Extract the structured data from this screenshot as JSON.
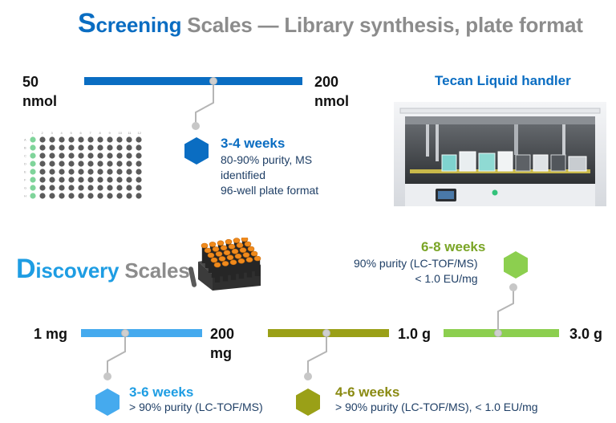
{
  "screening": {
    "title_initial": "S",
    "title_word": "creening",
    "title_rest": "Scales — Library synthesis, plate format",
    "range_min": "50",
    "range_min_unit": "nmol",
    "range_max": "200",
    "range_max_unit": "nmol",
    "timeline": "3-4 weeks",
    "details": [
      "80-90% purity, MS",
      "identified",
      "96-well plate format"
    ],
    "equipment_label": "Tecan Liquid handler",
    "plate_columns": [
      "1",
      "2",
      "3",
      "4",
      "5",
      "6",
      "7",
      "8",
      "9",
      "10",
      "11",
      "12"
    ],
    "plate_rows": [
      "A",
      "B",
      "C",
      "D",
      "E",
      "F",
      "G",
      "H"
    ]
  },
  "discovery": {
    "title_initial": "D",
    "title_word": "iscovery",
    "title_rest": "Scales",
    "scale1": {
      "min": "1 mg",
      "max": "200",
      "max_unit": "mg",
      "timeline": "3-6 weeks",
      "details": [
        "> 90% purity (LC-TOF/MS)"
      ]
    },
    "scale2": {
      "max": "1.0 g",
      "timeline": "4-6 weeks",
      "details": [
        "> 90% purity (LC-TOF/MS), < 1.0 EU/mg"
      ]
    },
    "scale3": {
      "max": "3.0 g",
      "timeline": "6-8 weeks",
      "details": [
        "90% purity (LC-TOF/MS)",
        "< 1.0 EU/mg"
      ]
    }
  },
  "colors": {
    "screening_blue": "#0a6dc2",
    "title_gray": "#8c8c8c",
    "discovery_blue": "#1e9de3",
    "scale1": "#45aaee",
    "scale2": "#9aa017",
    "scale3": "#8ccf4f",
    "head_green": "#7aa526",
    "head_olive": "#8a8a12",
    "desc_text": "#1f3f66"
  }
}
